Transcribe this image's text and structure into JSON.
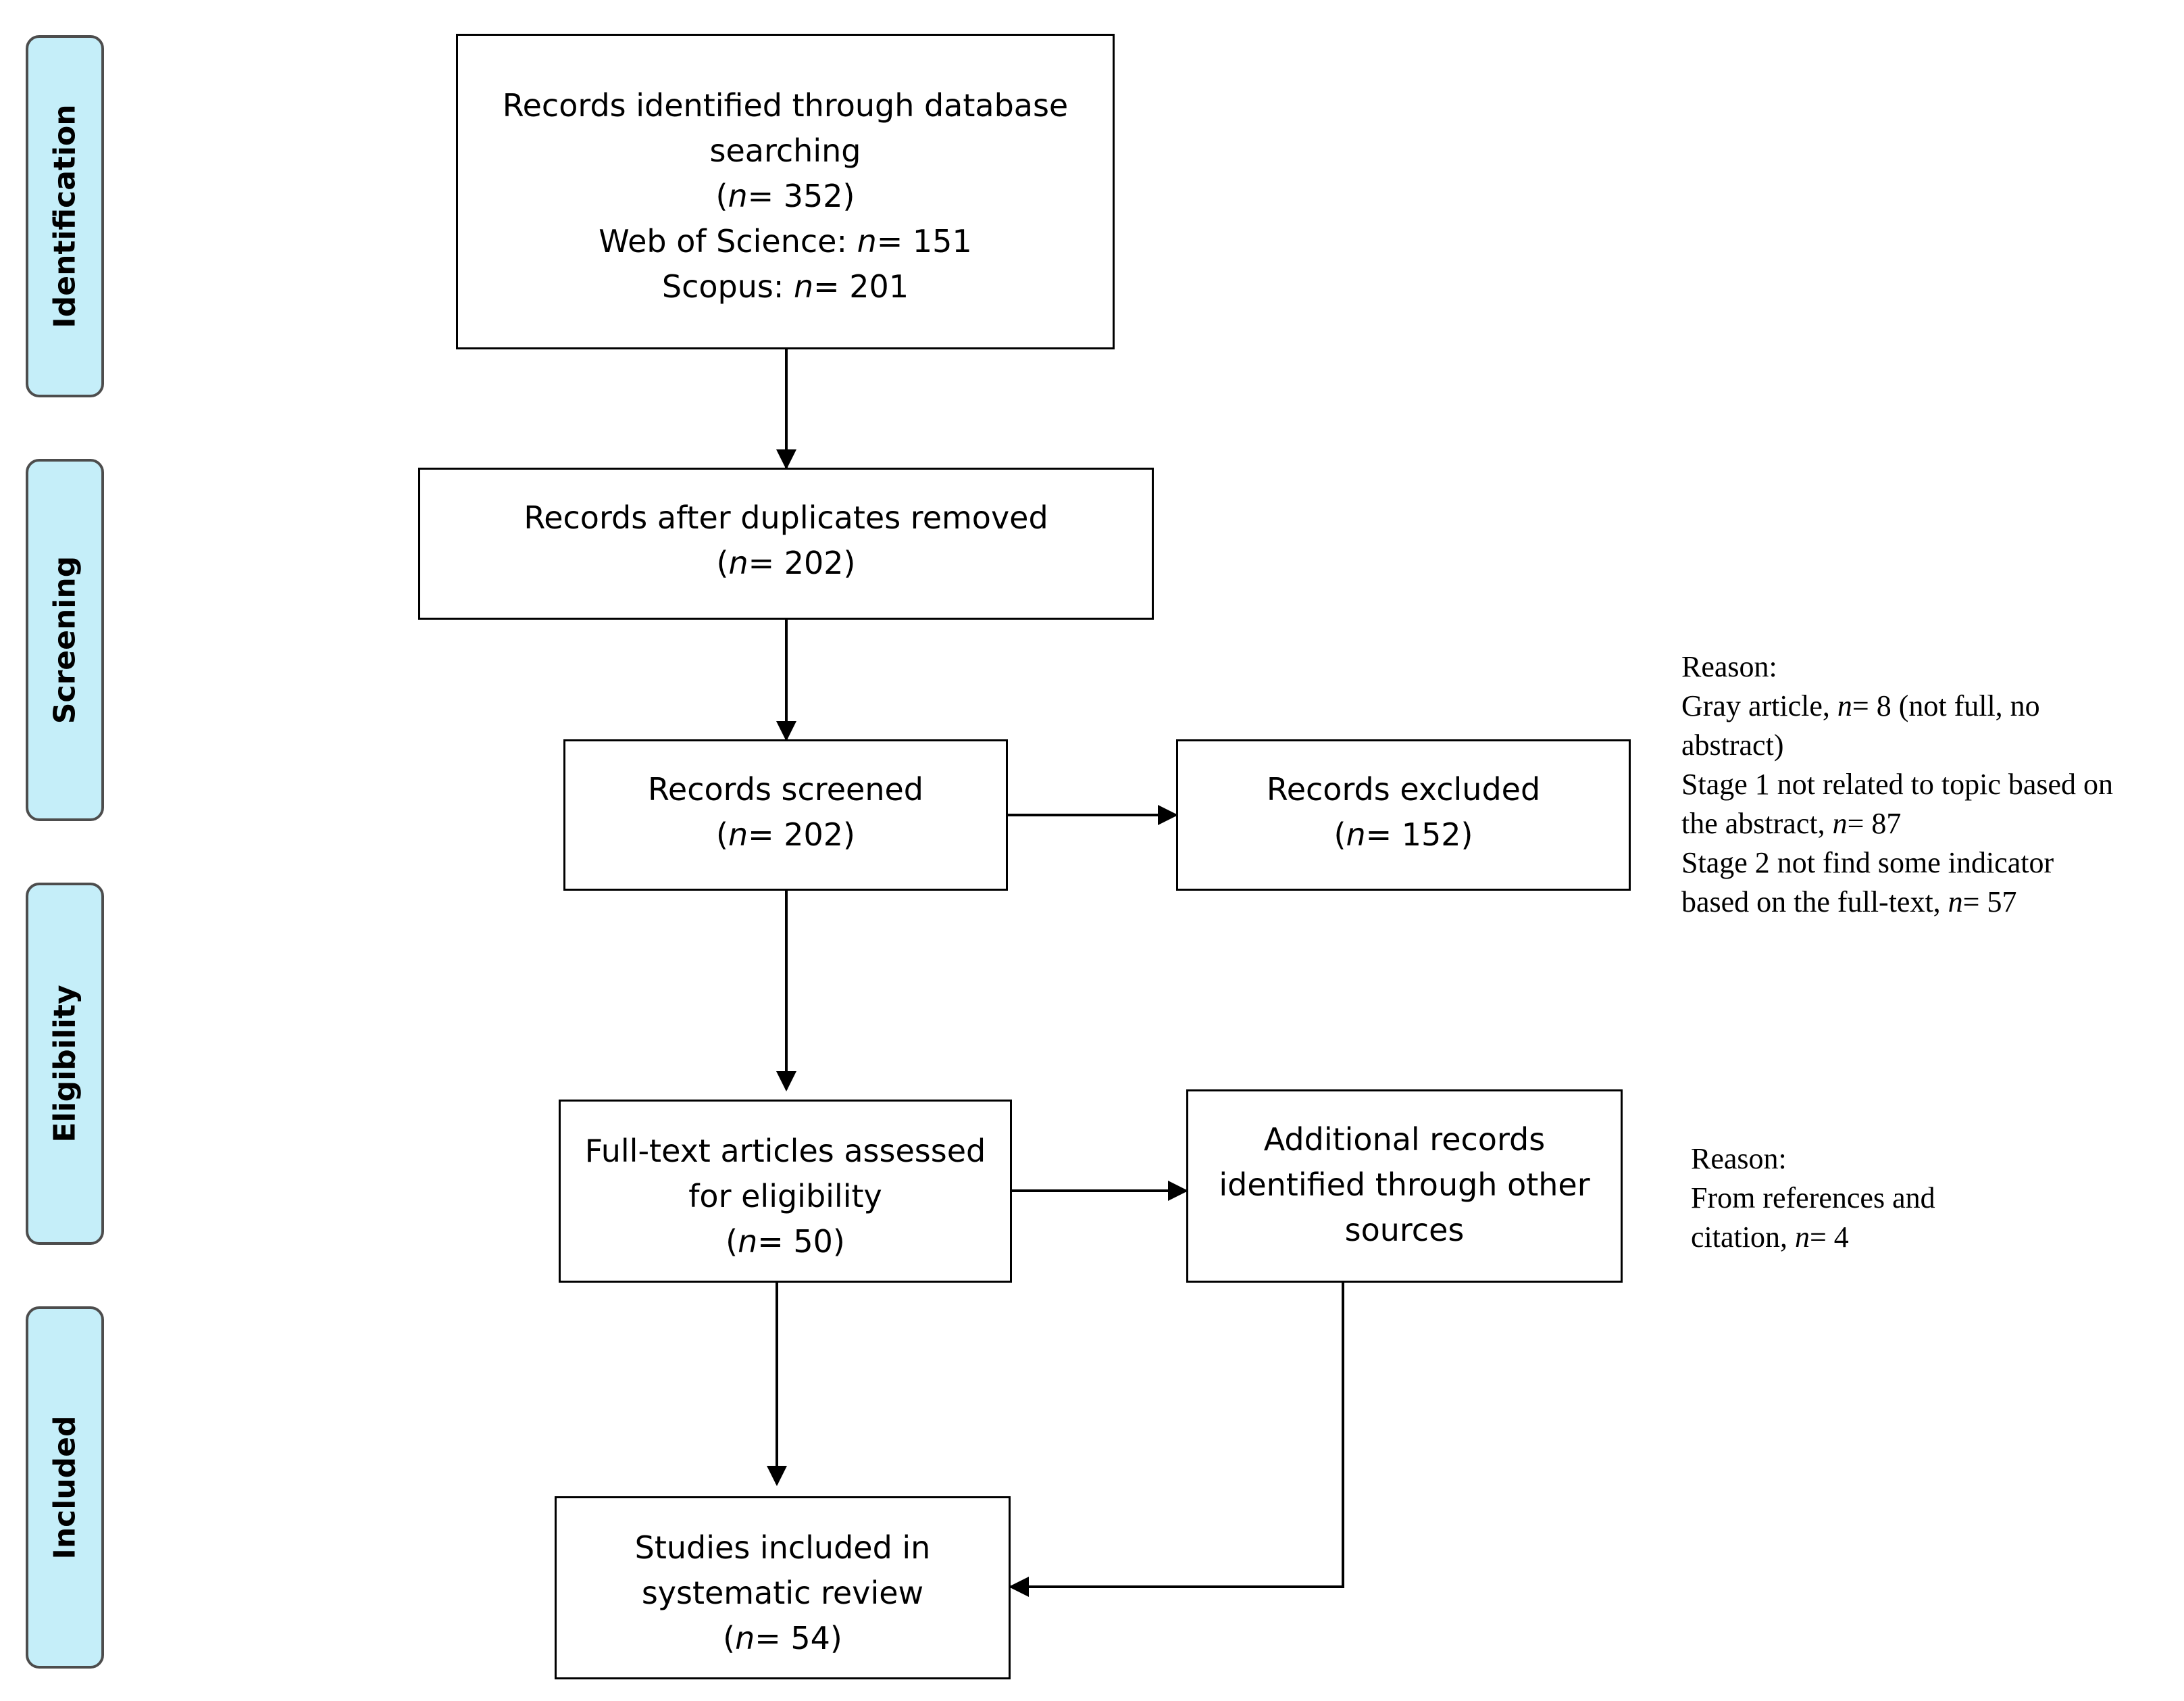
{
  "stages": [
    {
      "label": "Identification"
    },
    {
      "label": "Screening"
    },
    {
      "label": "Eligibility"
    },
    {
      "label": "Included"
    }
  ],
  "boxes": {
    "identified": {
      "line1": "Records identified through database",
      "line2": "searching",
      "count_pre": "(",
      "n": "n",
      "count_post": "= 352)",
      "wos_pre": "Web of Science: ",
      "wos_post": "= 151",
      "scopus_pre": "Scopus: ",
      "scopus_post": "= 201"
    },
    "after_duplicates": {
      "line1": "Records after duplicates removed",
      "count_pre": "(",
      "n": "n",
      "count_post": "= 202)"
    },
    "screened": {
      "line1": "Records screened",
      "count_pre": "(",
      "n": "n",
      "count_post": "= 202)"
    },
    "excluded": {
      "line1": "Records excluded",
      "count_pre": "(",
      "n": "n",
      "count_post": "= 152)"
    },
    "full_text": {
      "line1": "Full-text articles assessed",
      "line2": "for eligibility",
      "count_pre": "(",
      "n": "n",
      "count_post": "= 50)"
    },
    "additional": {
      "line1": "Additional records",
      "line2": "identified through other",
      "line3": "sources"
    },
    "included": {
      "line1": "Studies included in",
      "line2": "systematic review",
      "count_pre": "(",
      "n": "n",
      "count_post": "= 54)"
    }
  },
  "notes": {
    "exclusion_reason": {
      "title": "Reason:",
      "l1_pre": "Gray article, ",
      "l1_n": "n",
      "l1_post": "= 8 (not full, no",
      "l2": "abstract)",
      "l3": "Stage 1 not related to topic based on",
      "l4_pre": "the abstract, ",
      "l4_n": "n",
      "l4_post": "= 87",
      "l5": "Stage 2 not find some indicator",
      "l6_pre": "based on the full-text, ",
      "l6_n": "n",
      "l6_post": "= 57"
    },
    "additional_reason": {
      "title": "Reason:",
      "l1": "From references and",
      "l2_pre": "citation, ",
      "l2_n": "n",
      "l2_post": "= 4"
    }
  }
}
